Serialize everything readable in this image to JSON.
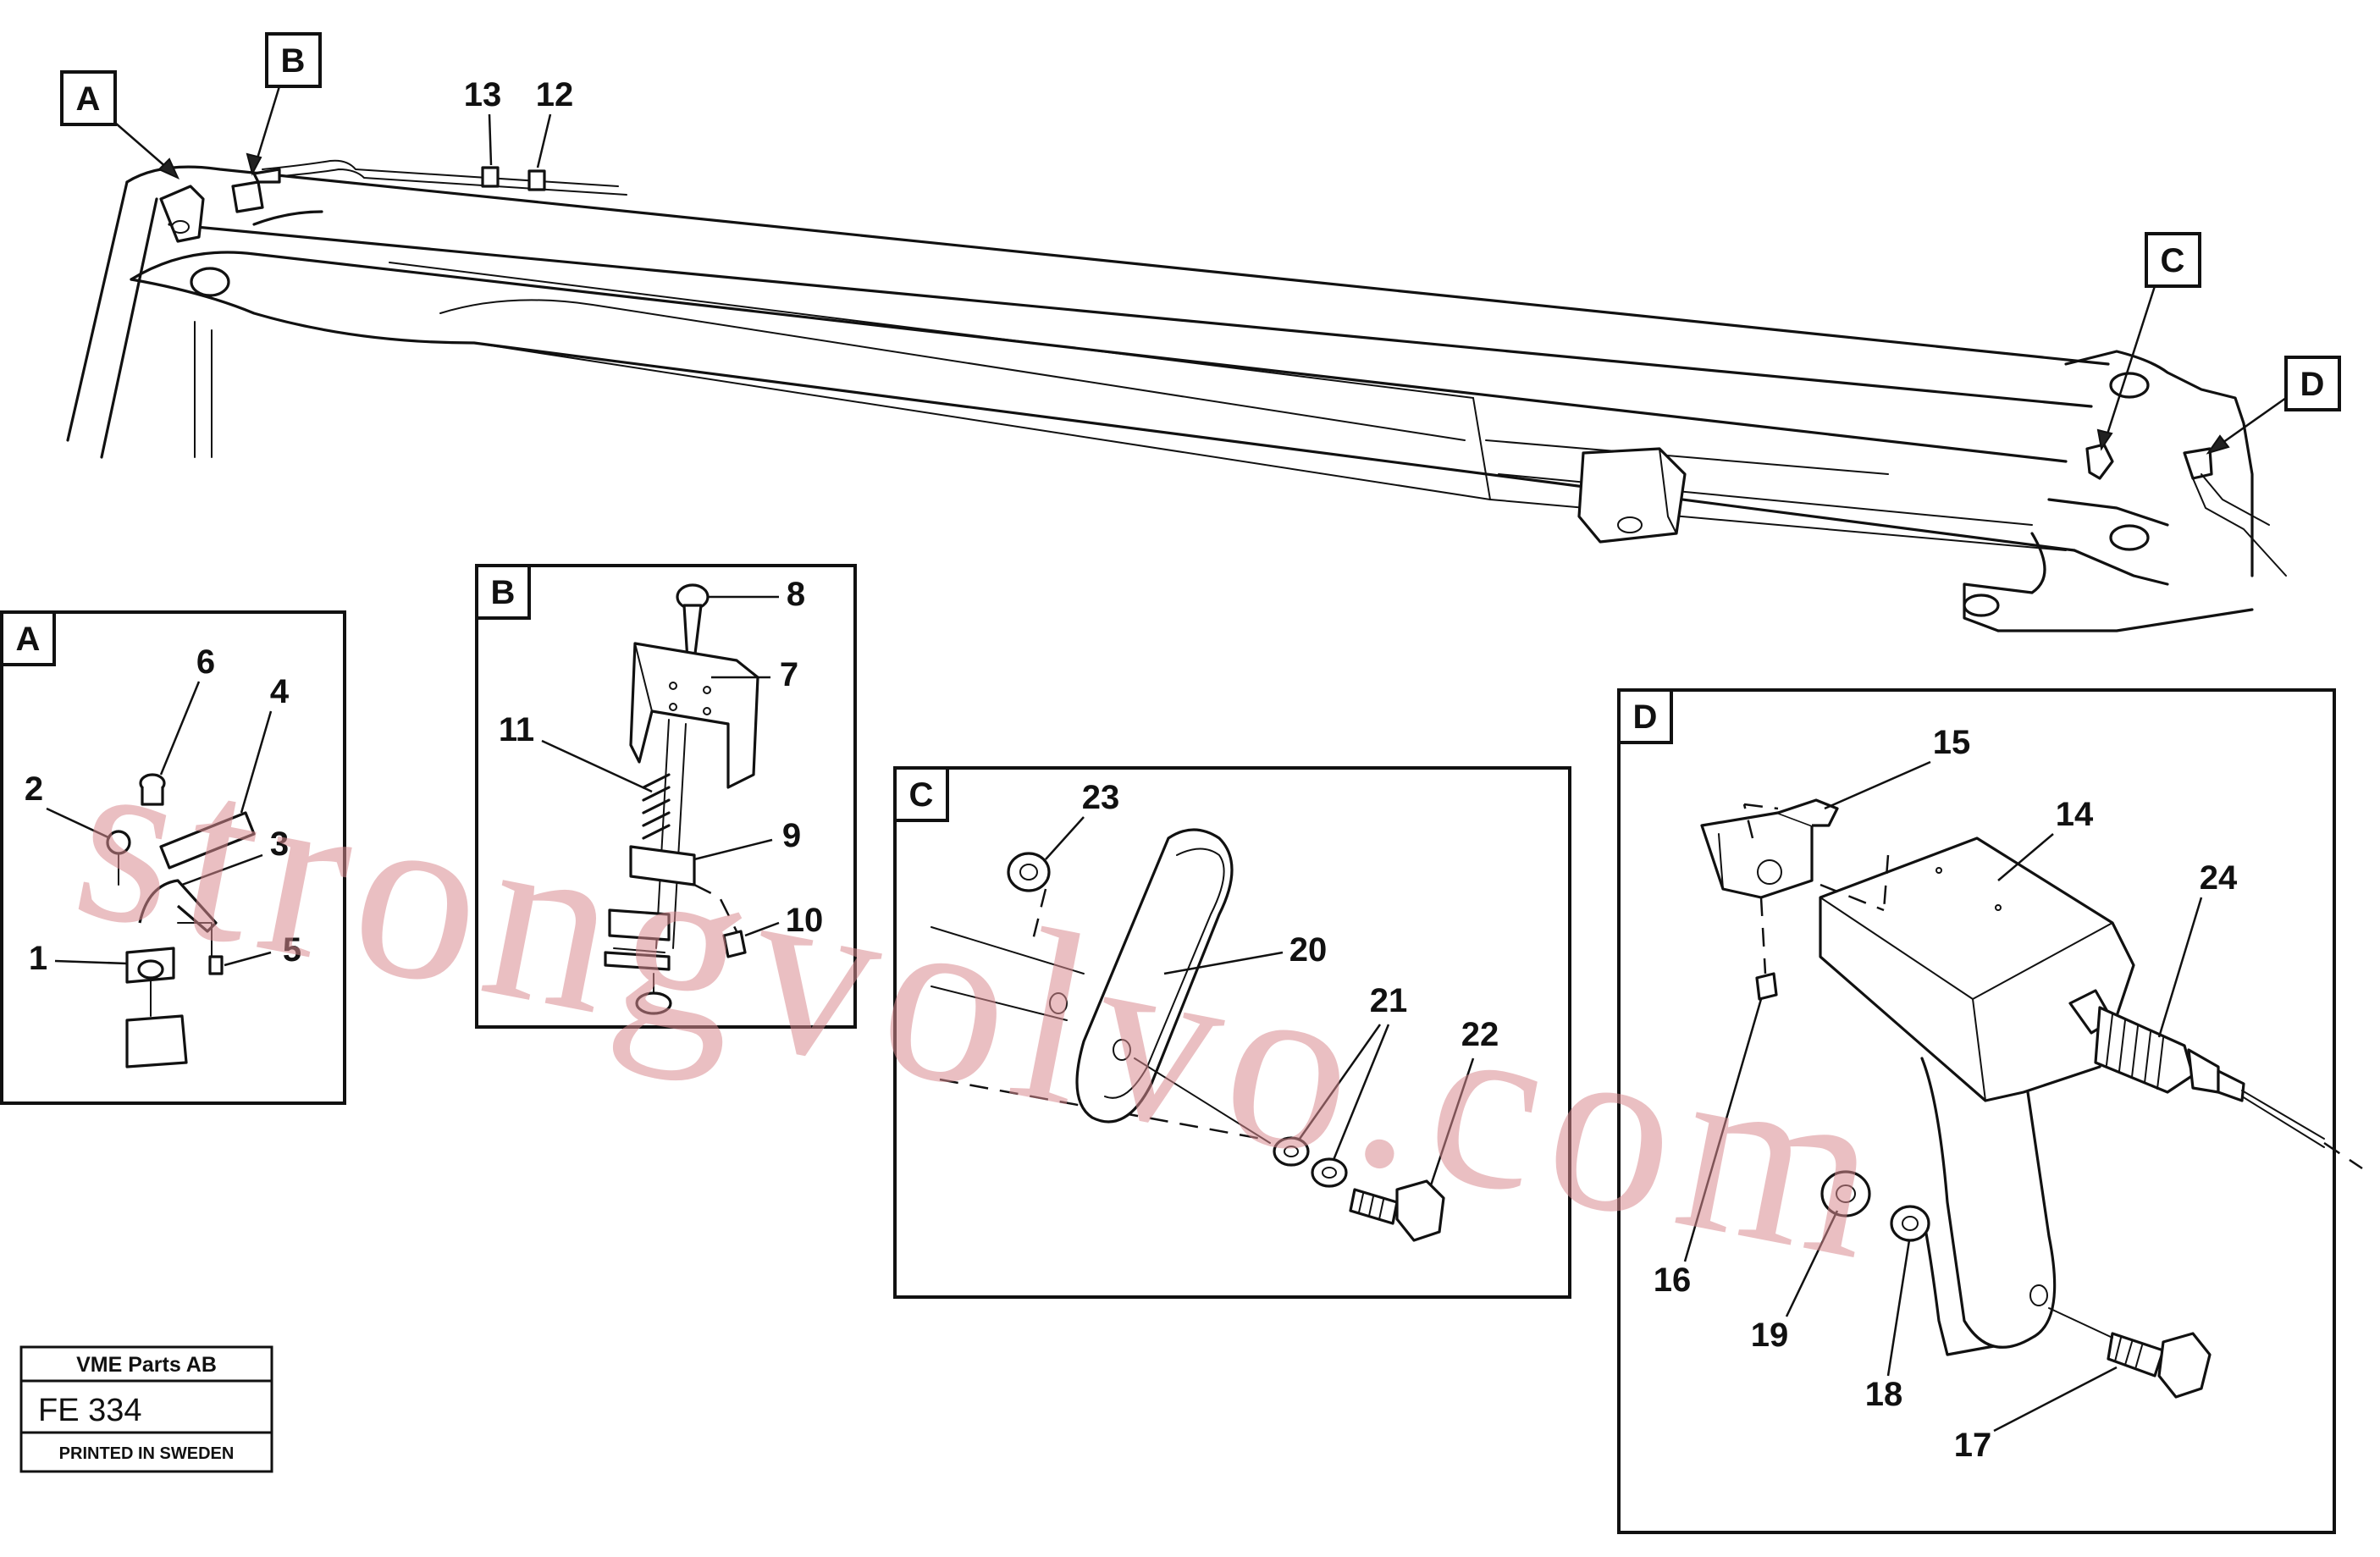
{
  "watermark": "strongvolvo.com",
  "callout_letters": {
    "a": "A",
    "b": "B",
    "c": "C",
    "d": "D"
  },
  "overview": {
    "labels": {
      "p13": "13",
      "p12": "12"
    }
  },
  "detail_a": {
    "title": "A",
    "labels": {
      "p6": "6",
      "p4": "4",
      "p2": "2",
      "p3": "3",
      "p1": "1",
      "p5": "5"
    }
  },
  "detail_b": {
    "title": "B",
    "labels": {
      "p8": "8",
      "p7": "7",
      "p11": "11",
      "p9": "9",
      "p10": "10"
    }
  },
  "detail_c": {
    "title": "C",
    "labels": {
      "p23": "23",
      "p20": "20",
      "p21": "21",
      "p22": "22"
    }
  },
  "detail_d": {
    "title": "D",
    "labels": {
      "p15": "15",
      "p14": "14",
      "p24": "24",
      "p16": "16",
      "p19": "19",
      "p18": "18",
      "p17": "17"
    }
  },
  "stamp": {
    "company": "VME Parts AB",
    "code": "FE 334",
    "printed": "PRINTED IN SWEDEN"
  },
  "colors": {
    "line": "#111111",
    "watermark": "#d98a8f",
    "background": "#ffffff"
  }
}
